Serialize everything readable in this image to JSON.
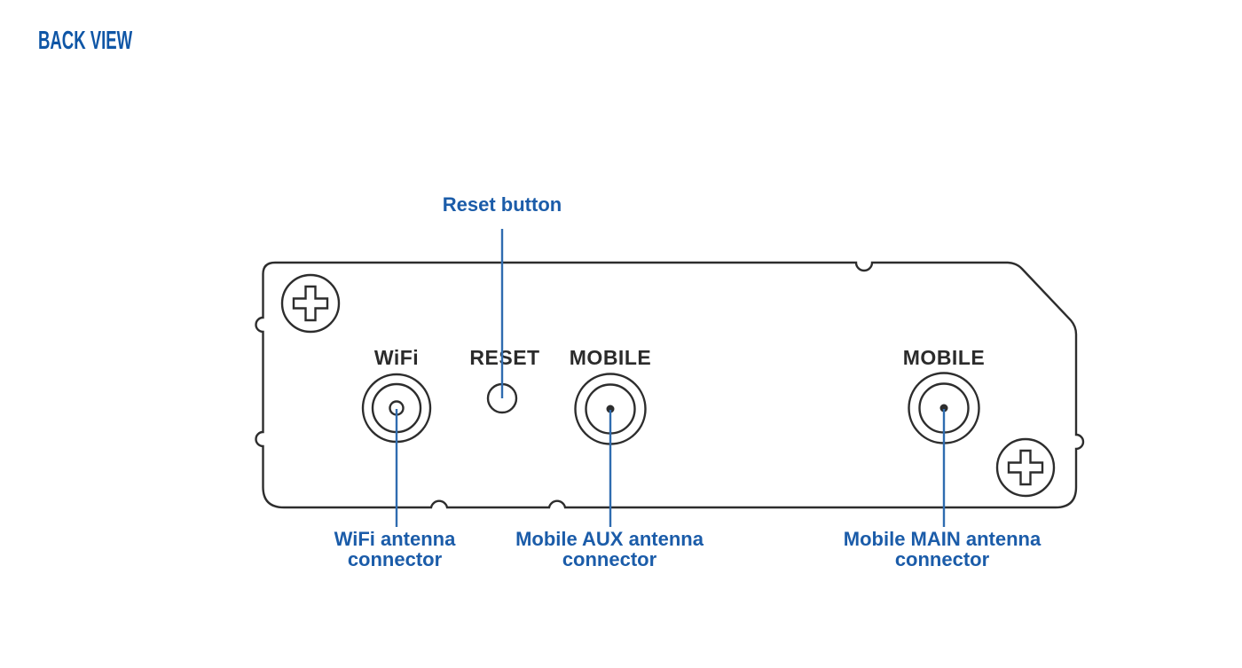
{
  "title": "BACK VIEW",
  "colors": {
    "title_blue": "#0f56a6",
    "callout_text_blue": "#1b5ca9",
    "callout_line_blue": "#2f6cb0",
    "panel_line_dark": "#2d2d2d",
    "background": "#ffffff"
  },
  "panel": {
    "labels": {
      "wifi": "WiFi",
      "reset": "RESET",
      "mobile_aux": "MOBILE",
      "mobile_main": "MOBILE"
    },
    "icons": [
      "phillips-screw-icon",
      "wifi-antenna-connector-icon",
      "reset-button-hole-icon",
      "mobile-aux-antenna-connector-icon",
      "mobile-main-antenna-connector-icon",
      "phillips-screw-icon"
    ]
  },
  "callouts": {
    "reset": {
      "text": "Reset button"
    },
    "wifi": {
      "line1": "WiFi antenna",
      "line2": "connector"
    },
    "mobile_aux": {
      "line1": "Mobile AUX antenna",
      "line2": "connector"
    },
    "mobile_main": {
      "line1": "Mobile MAIN antenna",
      "line2": "connector"
    }
  }
}
